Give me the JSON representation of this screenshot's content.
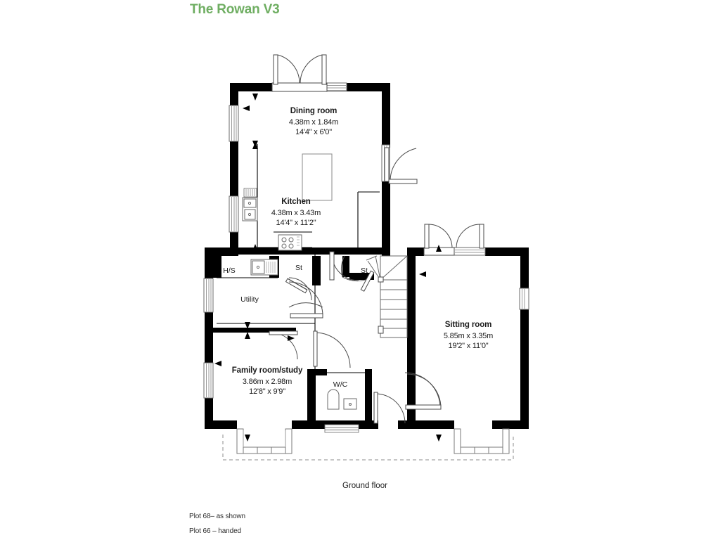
{
  "title": "The Rowan V3",
  "title_color": "#6fae62",
  "caption": "Ground floor",
  "notes": {
    "note1": "Plot 68– as shown",
    "note2": "Plot 66 – handed"
  },
  "rooms": [
    {
      "key": "dining",
      "name": "Dining room",
      "dim_metric": "4.38m x 1.84m",
      "dim_imperial": "14'4\" x 6'0\""
    },
    {
      "key": "kitchen",
      "name": "Kitchen",
      "dim_metric": "4.38m x 3.43m",
      "dim_imperial": "14'4\" x 11'2\""
    },
    {
      "key": "sitting",
      "name": "Sitting room",
      "dim_metric": "5.85m x 3.35m",
      "dim_imperial": "19'2\" x 11'0\""
    },
    {
      "key": "family",
      "name": "Family room/study",
      "dim_metric": "3.86m x 2.98m",
      "dim_imperial": "12'8\" x 9'9\""
    }
  ],
  "small_rooms": [
    {
      "key": "utility",
      "name": "Utility"
    },
    {
      "key": "hs",
      "name": "H/S"
    },
    {
      "key": "store1",
      "name": "St"
    },
    {
      "key": "store2",
      "name": "St"
    },
    {
      "key": "wc",
      "name": "W/C"
    }
  ],
  "colors": {
    "wall": "#000000",
    "thin_line": "#000000",
    "glazing": "#9a9a9a",
    "fixture": "#6a6a6a",
    "dashed_outline": "#8c8c8c"
  }
}
